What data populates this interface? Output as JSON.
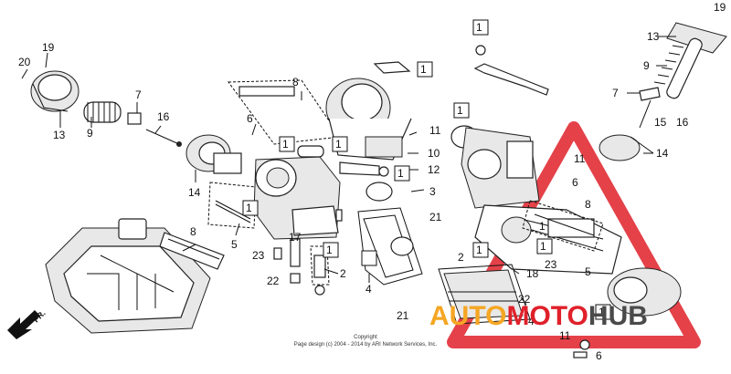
{
  "diagram": {
    "fr_label": "FR.",
    "copyright_line1": "Copyright",
    "copyright_line2": "Page design (c) 2004 - 2014 by ARI Network Services, Inc.",
    "watermark": {
      "part1": "AUTO",
      "part2": "MOTO",
      "part3": "HUB"
    },
    "callouts": [
      "19",
      "20",
      "13",
      "9",
      "7",
      "16",
      "14",
      "8",
      "6",
      "5",
      "1",
      "1",
      "1",
      "1",
      "1",
      "1",
      "23",
      "17",
      "22",
      "2",
      "1",
      "4",
      "11",
      "10",
      "12",
      "3",
      "1",
      "21",
      "8",
      "21",
      "2",
      "1",
      "18",
      "22",
      "4",
      "1",
      "11",
      "6",
      "23",
      "19",
      "13",
      "9",
      "7",
      "15",
      "16",
      "14",
      "11",
      "6",
      "5",
      "1",
      "8",
      "1"
    ]
  },
  "colors": {
    "line": "#111111",
    "watermark_red": "#e0202a",
    "watermark_orange": "#f5a623",
    "watermark_gray": "#4a4a4a"
  }
}
